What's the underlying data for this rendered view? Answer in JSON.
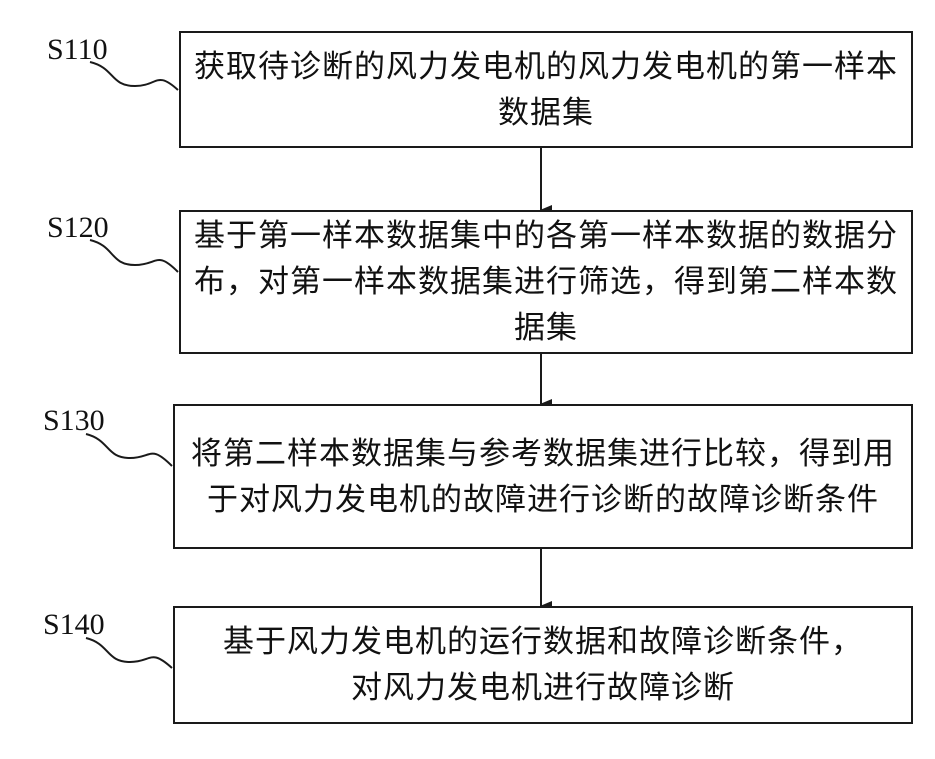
{
  "steps": [
    {
      "id": "S110",
      "text": "获取待诊断的风力发电机的风力发电机的第一样本数据集"
    },
    {
      "id": "S120",
      "text": "基于第一样本数据集中的各第一样本数据的数据分布，对第一样本数据集进行筛选，得到第二样本数据集"
    },
    {
      "id": "S130",
      "text": "将第二样本数据集与参考数据集进行比较，得到用于对风力发电机的故障进行诊断的故障诊断条件"
    },
    {
      "id": "S140",
      "text": "基于风力发电机的运行数据和故障诊断条件，对风力发电机进行故障诊断"
    }
  ]
}
